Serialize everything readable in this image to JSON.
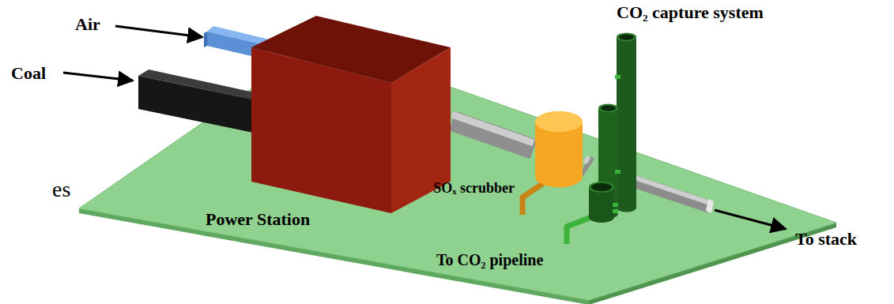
{
  "diagram": {
    "nodes": [
      {
        "text": [
          "Power Station"
        ]
      },
      {
        "text": [
          "SOₓ scrubber"
        ]
      },
      {
        "text": [
          "CO₂ capture system"
        ]
      }
    ],
    "edges": [
      {
        "from": 0,
        "to": 1,
        "arrow": "none"
      },
      {
        "from": 1,
        "to": 2,
        "arrow": "none"
      }
    ],
    "labels": [
      "Air",
      "Coal",
      "es",
      "To CO₂ pipeline",
      "To stack"
    ]
  }
}
